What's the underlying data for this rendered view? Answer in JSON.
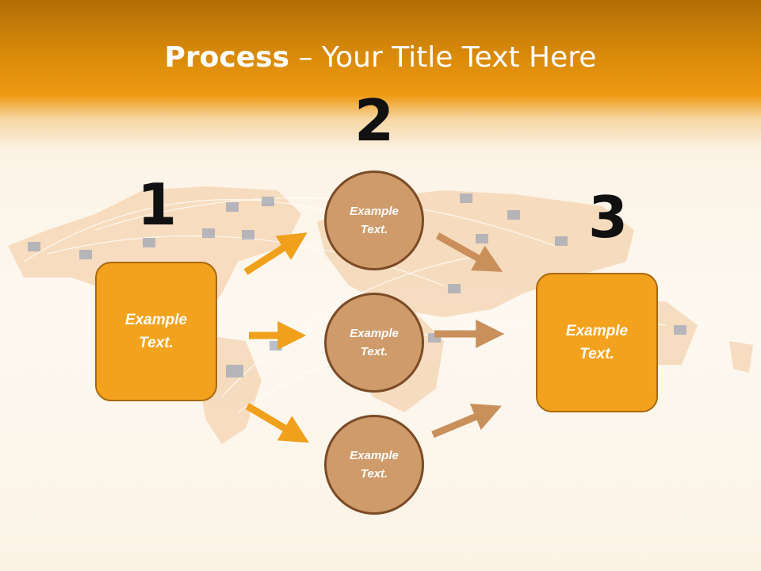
{
  "title": {
    "bold": "Process",
    "rest": " – Your Title Text Here"
  },
  "steps": [
    {
      "number": "1",
      "text": [
        "Example",
        "Text."
      ]
    },
    {
      "number": "2",
      "circles": [
        {
          "text": [
            "Example",
            "Text."
          ]
        },
        {
          "text": [
            "Example",
            "Text."
          ]
        },
        {
          "text": [
            "Example",
            "Text."
          ]
        }
      ]
    },
    {
      "number": "3",
      "text": [
        "Example",
        "Text."
      ]
    }
  ],
  "colors": {
    "header": "#ee9a12",
    "box_fill": "#f3a21e",
    "circle_fill": "#cf9b6a",
    "arrow_orange": "#f0a01a",
    "arrow_tan": "#c9905c"
  }
}
